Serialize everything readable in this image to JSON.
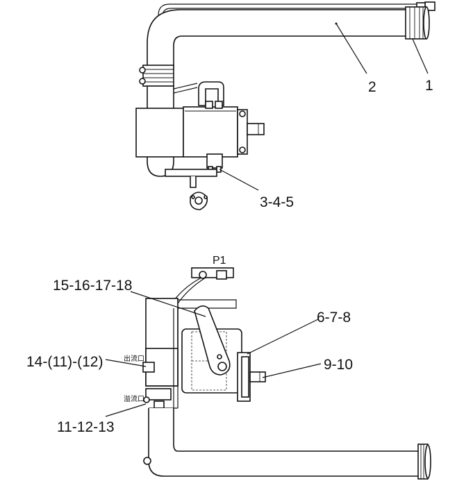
{
  "labels": {
    "l1": "1",
    "l2": "2",
    "l345": "3-4-5",
    "lp1": "P1",
    "l15": "15-16-17-18",
    "l678": "6-7-8",
    "l14": "14-(11)-(12)",
    "l910": "9-10",
    "l111213": "11-12-13",
    "outlet": "出流口",
    "overflow": "溢流口"
  }
}
